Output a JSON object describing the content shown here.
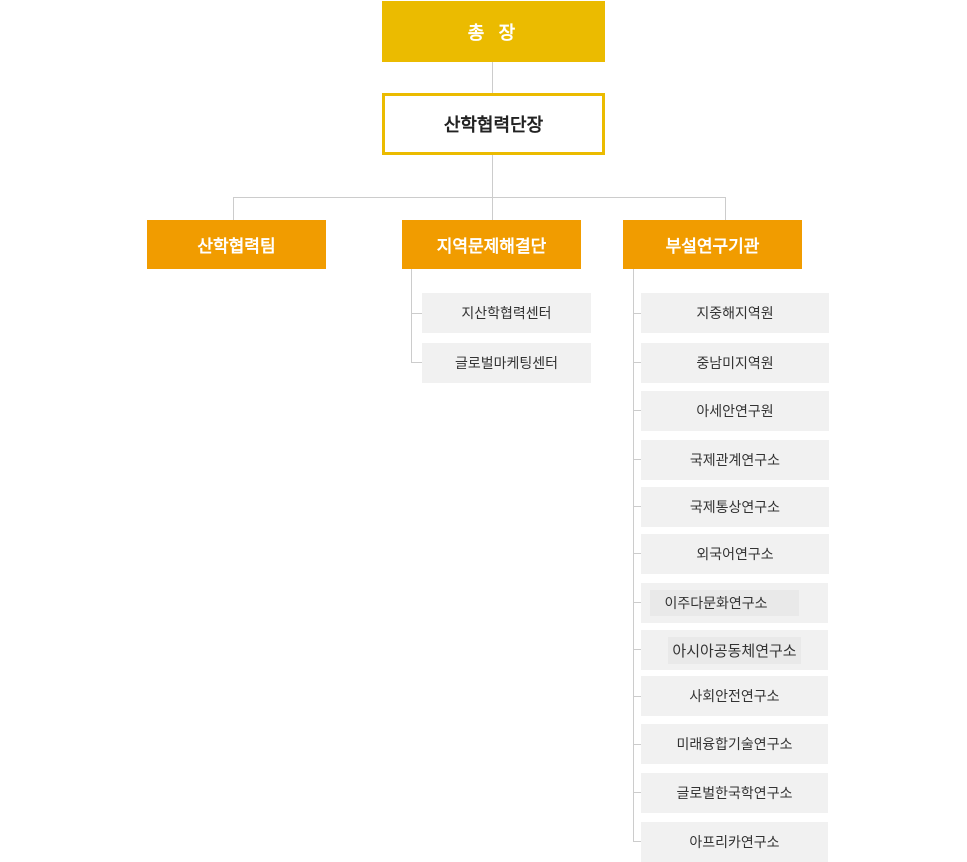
{
  "president": "총 장",
  "director": "산학협력단장",
  "departments": [
    {
      "name": "산학협력팀"
    },
    {
      "name": "지역문제해결단",
      "children": [
        "지산학협력센터",
        "글로벌마케팅센터"
      ]
    },
    {
      "name": "부설연구기관",
      "children": [
        "지중해지역원",
        "중남미지역원",
        "아세안연구원",
        "국제관계연구소",
        "국제통상연구소",
        "외국어연구소",
        "이주다문화연구소",
        "아시아공동체연구소",
        "사회안전연구소",
        "미래융합기술연구소",
        "글로벌한국학연구소",
        "아프리카연구소"
      ]
    }
  ],
  "colors": {
    "president_bg": "#ebbb00",
    "director_border": "#ebbb00",
    "department_bg": "#f19c00",
    "sub_bg": "#f1f1f1",
    "connector": "#cccccc"
  }
}
